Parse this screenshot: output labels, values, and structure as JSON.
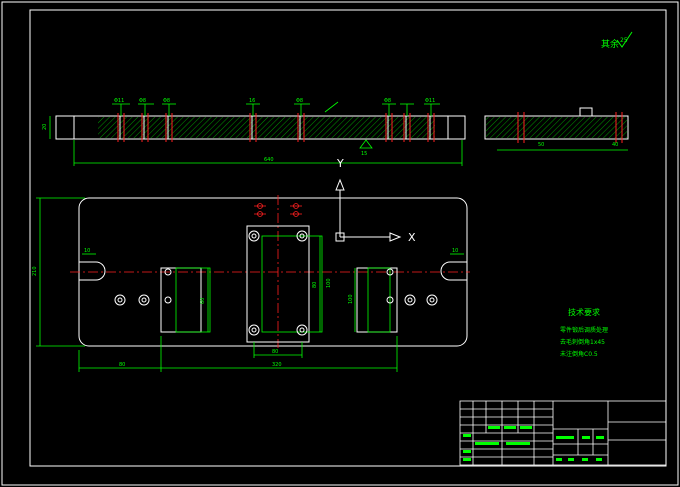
{
  "palette": {
    "background": "#000000",
    "outline": "#ffffff",
    "dimension": "#00ff00",
    "centerline": "#ff2020",
    "hatch": "#00ff00"
  },
  "surface_finish": {
    "text": "其余",
    "value": "25"
  },
  "front_view": {
    "callouts": [
      "Φ11",
      "Φ8",
      "Φ8",
      "16",
      "Φ8",
      "Φ8",
      "Φ11"
    ],
    "left_dim": "20",
    "length_dim": "640",
    "section_mark": "15"
  },
  "side_view": {
    "dims": [
      "50",
      "40"
    ]
  },
  "plan_view": {
    "axis_x": "X",
    "axis_y": "Y",
    "height_dim": "210",
    "left_notch_dim": "10",
    "right_notch_dim": "10",
    "pocket_dims": [
      "60",
      "80",
      "100",
      "100"
    ],
    "bottom_left_dim": "80",
    "bottom_total_dim": "320",
    "center_small_dim": "80"
  },
  "tech_requirements": {
    "title": "技术要求",
    "lines": [
      "零件锻后调质处理",
      "去毛刺倒角1x45",
      "未注倒角C0.5"
    ]
  }
}
